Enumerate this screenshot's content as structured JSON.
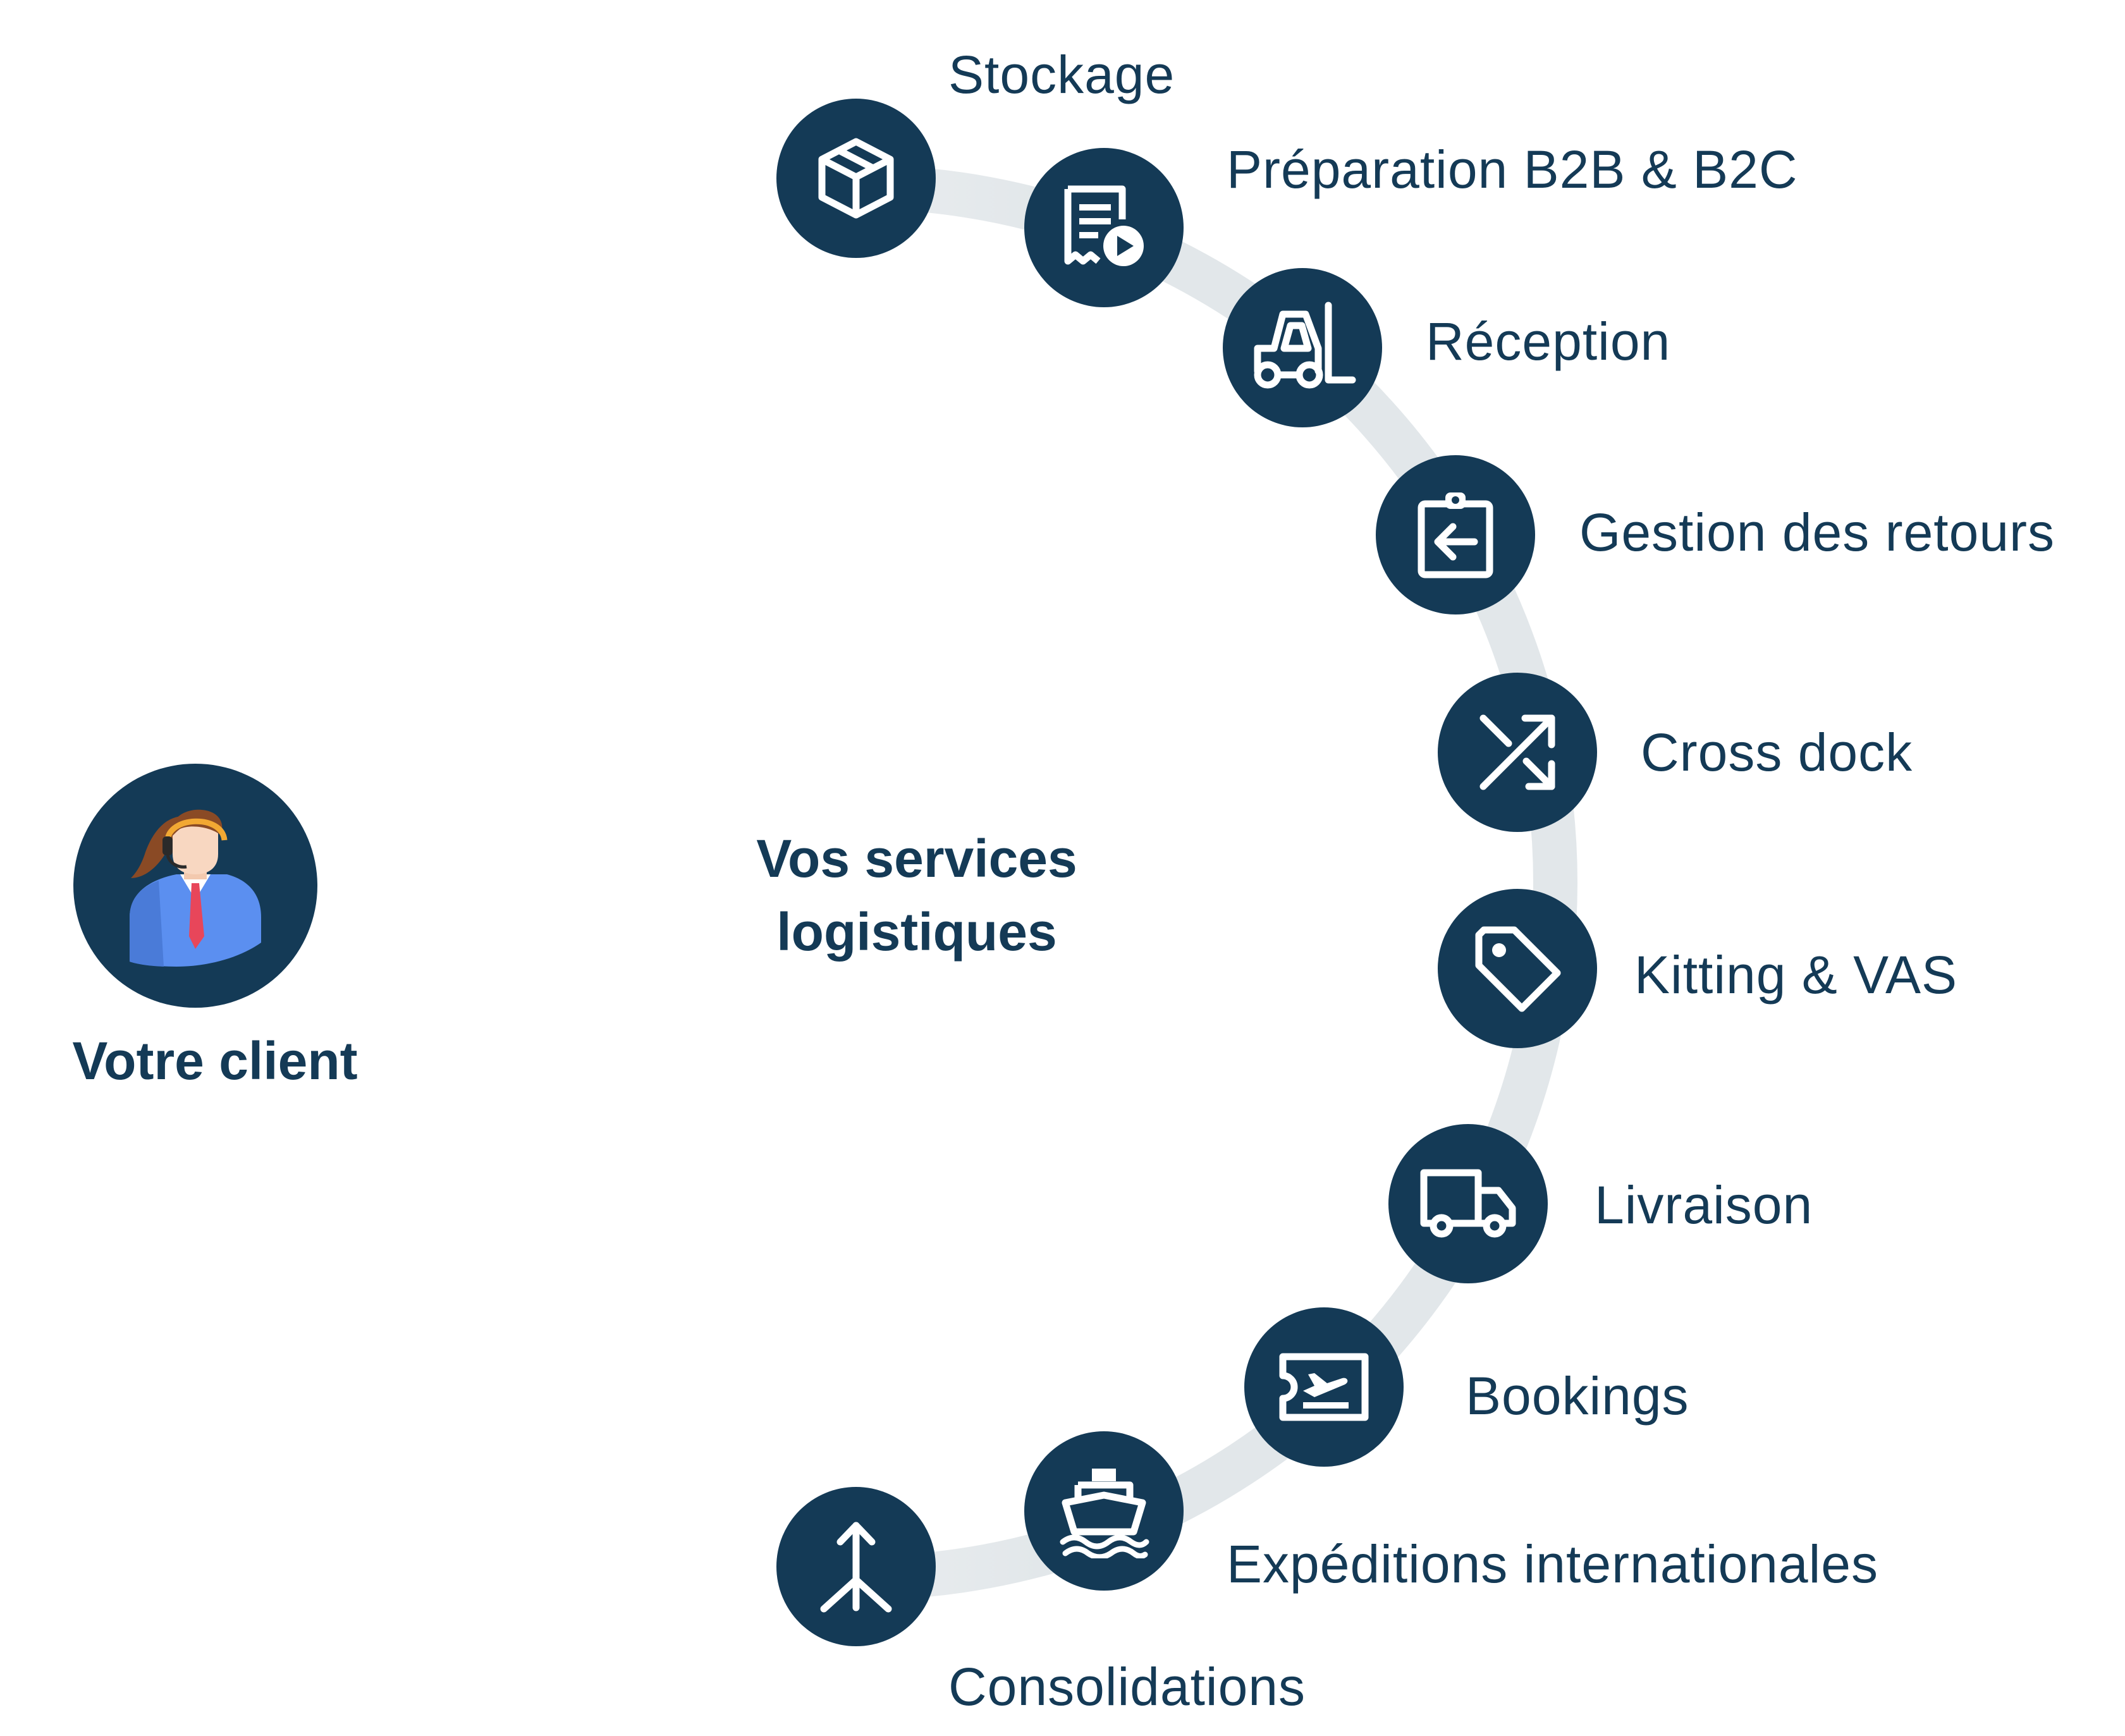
{
  "center": {
    "line1": "Vos services",
    "line2": "logistiques"
  },
  "client": {
    "label": "Votre client",
    "icon": "customer-service-agent-icon"
  },
  "services": [
    {
      "label": "Stockage",
      "icon": "box-icon"
    },
    {
      "label": "Préparation B2B & B2C",
      "icon": "order-list-play-icon"
    },
    {
      "label": "Réception",
      "icon": "forklift-icon"
    },
    {
      "label": "Gestion des retours",
      "icon": "return-clipboard-icon"
    },
    {
      "label": "Cross dock",
      "icon": "shuffle-arrows-icon"
    },
    {
      "label": "Kitting & VAS",
      "icon": "tag-icon"
    },
    {
      "label": "Livraison",
      "icon": "truck-icon"
    },
    {
      "label": "Bookings",
      "icon": "flight-ticket-icon"
    },
    {
      "label": "Expéditions internationales",
      "icon": "ship-icon"
    },
    {
      "label": "Consolidations",
      "icon": "merge-arrows-icon"
    }
  ],
  "colors": {
    "node": "#143a56",
    "text": "#143a56",
    "ring": "#e2e7ea",
    "icon": "#ffffff"
  }
}
